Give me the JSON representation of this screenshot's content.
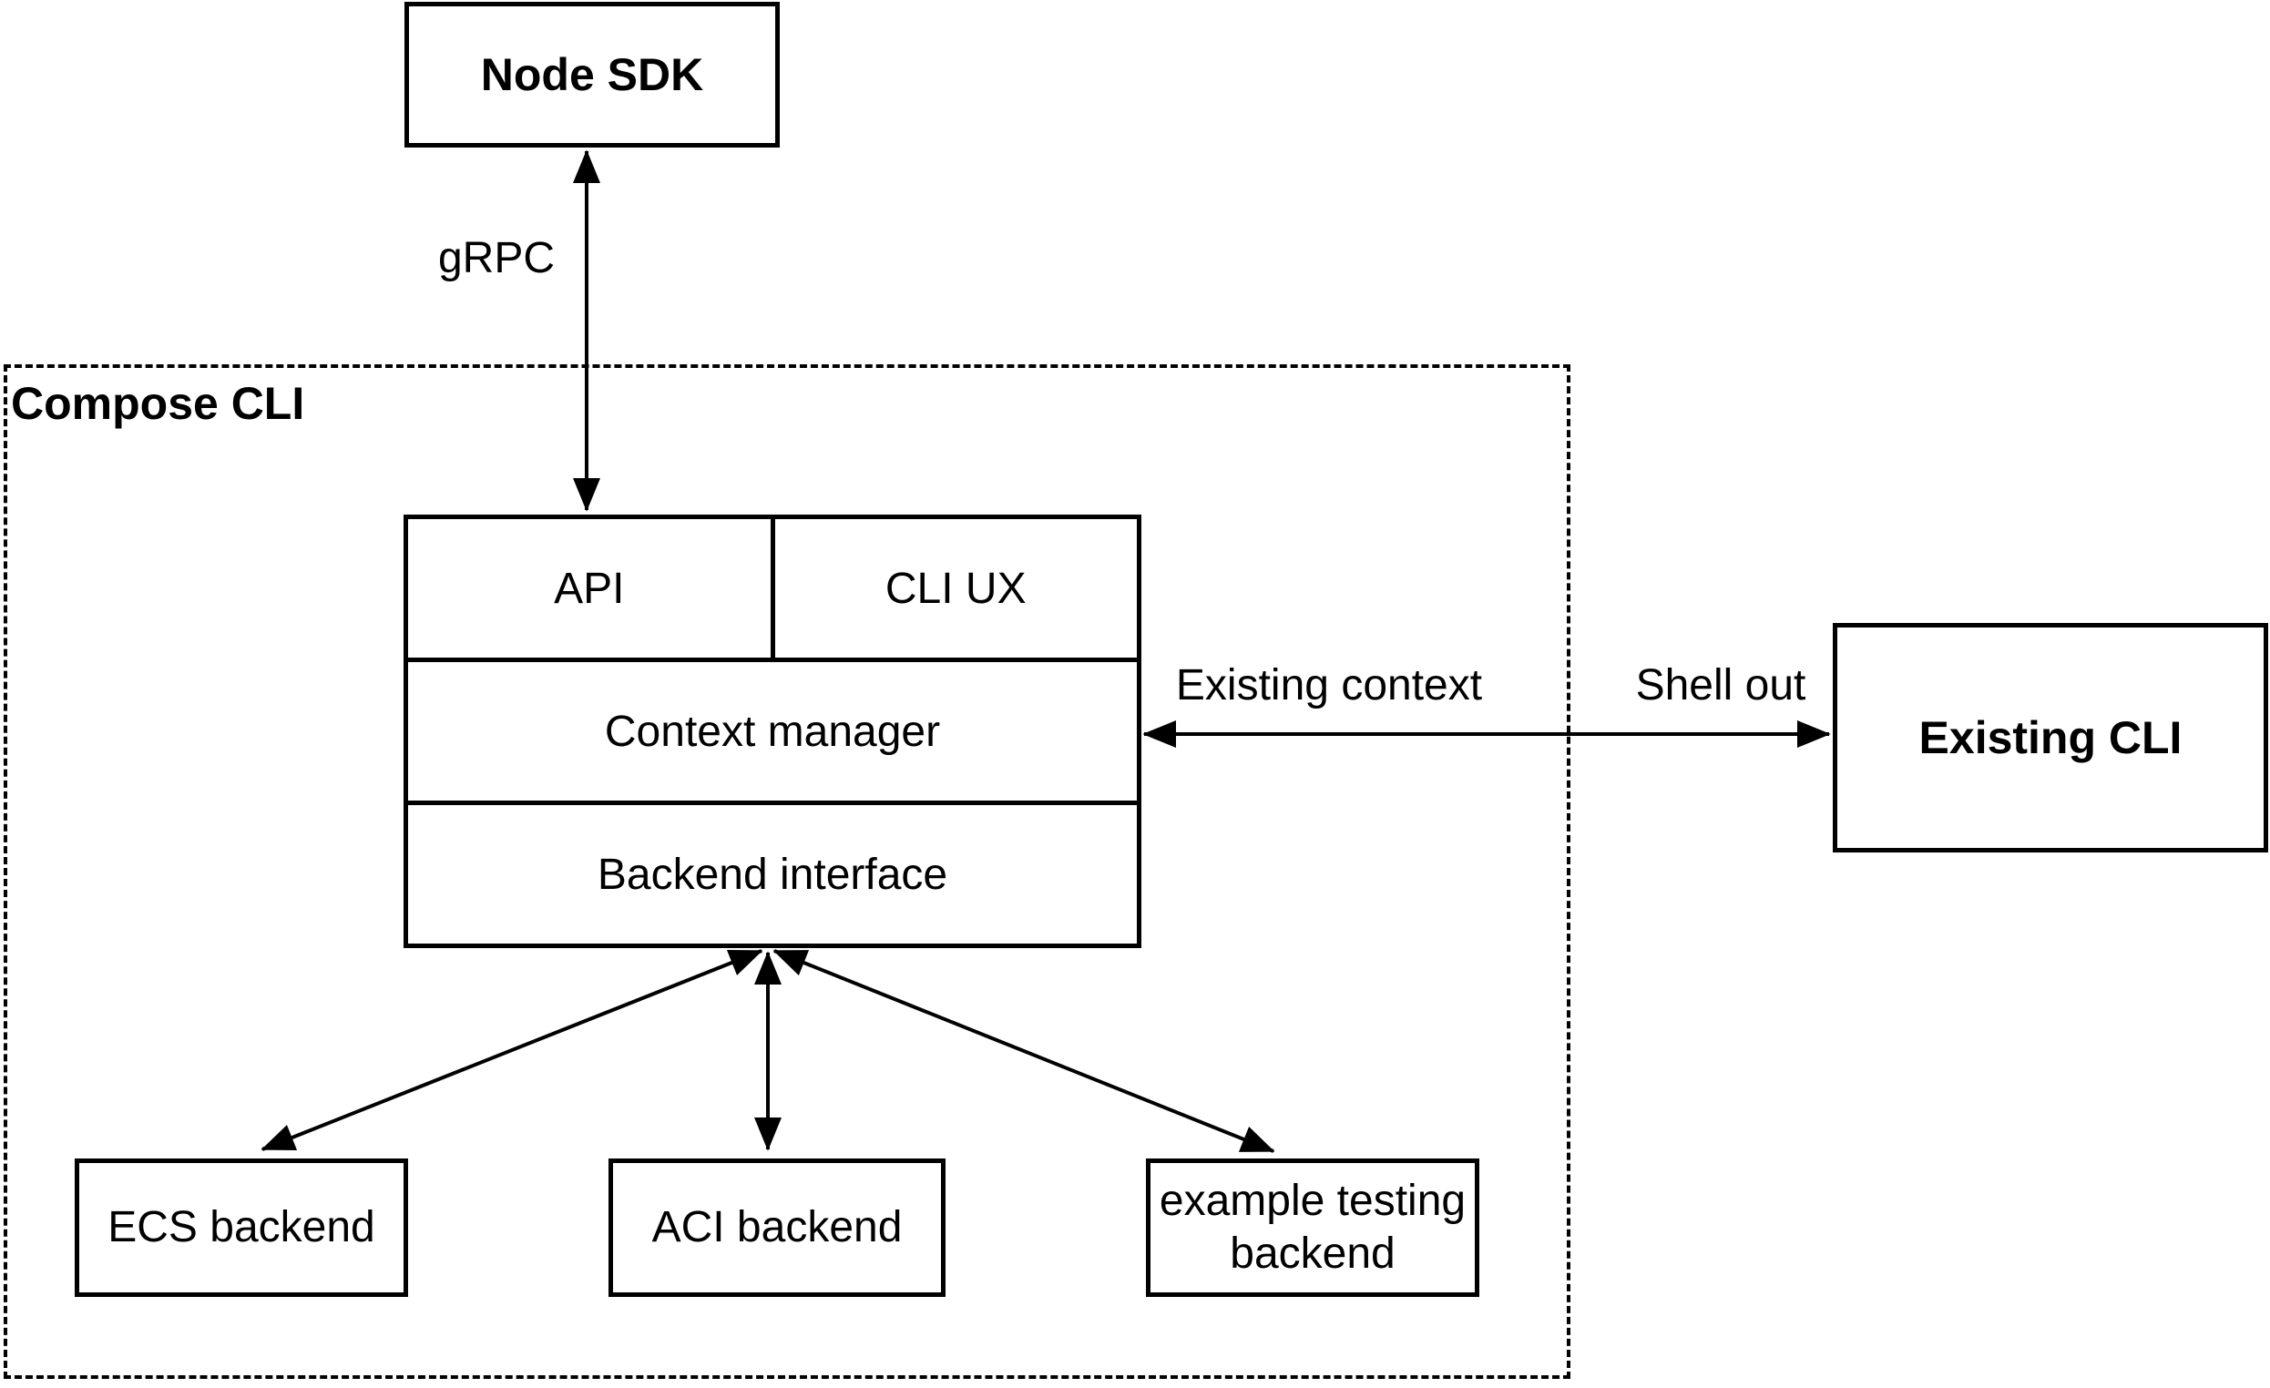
{
  "diagram": {
    "background": "#ffffff",
    "stroke_color": "#000000",
    "nodes": {
      "node_sdk": {
        "label": "Node SDK"
      },
      "compose_cli_container": {
        "label": "Compose CLI"
      },
      "api": {
        "label": "API"
      },
      "cli_ux": {
        "label": "CLI UX"
      },
      "context_manager": {
        "label": "Context manager"
      },
      "backend_interface": {
        "label": "Backend interface"
      },
      "existing_cli": {
        "label": "Existing CLI"
      },
      "ecs_backend": {
        "label": "ECS backend"
      },
      "aci_backend": {
        "label": "ACI backend"
      },
      "example_testing_backend": {
        "label": "example testing backend"
      }
    },
    "edges": {
      "grpc": {
        "label": "gRPC"
      },
      "existing_context": {
        "label": "Existing context"
      },
      "shell_out": {
        "label": "Shell out"
      }
    }
  }
}
